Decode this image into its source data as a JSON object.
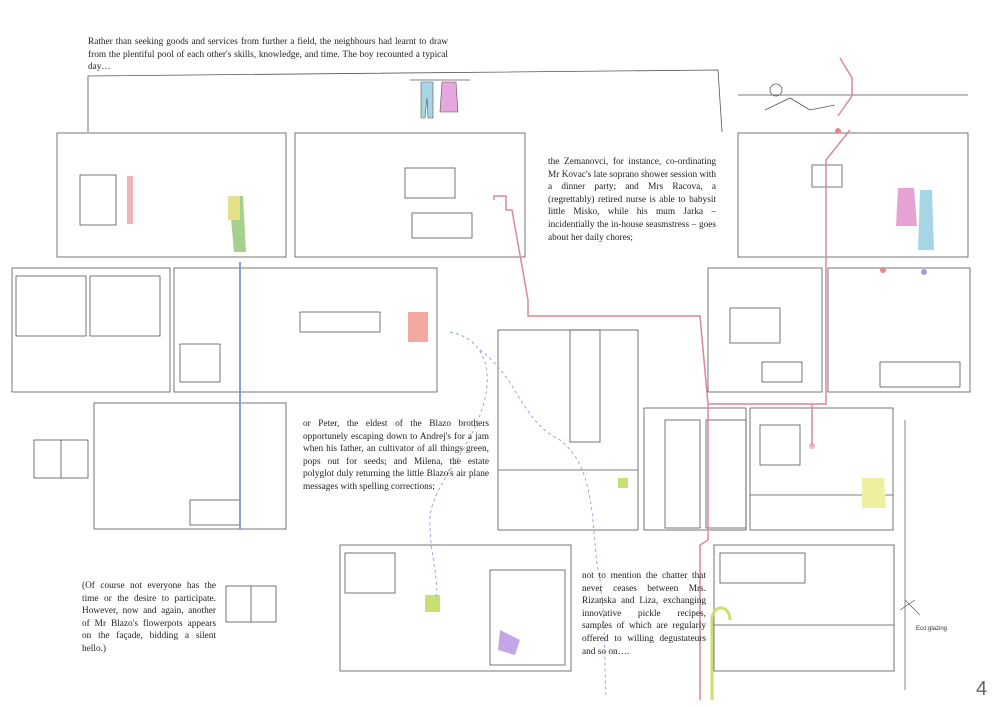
{
  "intro": "Rather than seeking goods and services from further a field, the neighbours had learnt to draw from the plentiful pool of each other's skills, knowledge, and time. The boy recounted a typical day…",
  "zemanovci": "the Zemanovci, for instance, co-ordinating Mr Kovac's late soprano shower session with a dinner party; and Mrs Racova, a (regrettably) retired nurse is able to babysit little Misko, while his mum Jarka – incidentially the in-house seasmstress – goes about her daily chores;",
  "peter": "or Peter, the eldest of the Blazo brothers opportunely escaping down to Andrej's for a jam when his father, an cultivator of all things green, pops out for seeds; and Milena, the estate polyglot duly returning the little Blazo's air plane messages with spelling corrections;",
  "of_course": "(Of course not everyone has the time or the desire to participate. However, now and again, another of Mr Blazo's flowerpots appears on the façade, bidding a silent hello.)",
  "chatter": "not to mention the chatter that never ceases between Mrs. Rizanska and Liza, exchanging innovative pickle recipes, samples of which are regularly offered to willing degustateurs and so on….",
  "bottle_label": "Eco glazing",
  "page_number": "4",
  "colors": {
    "pipe": "#d98a94",
    "blue_line": "#8a9fd8",
    "green_hose": "#c8e070",
    "line": "#555555"
  }
}
